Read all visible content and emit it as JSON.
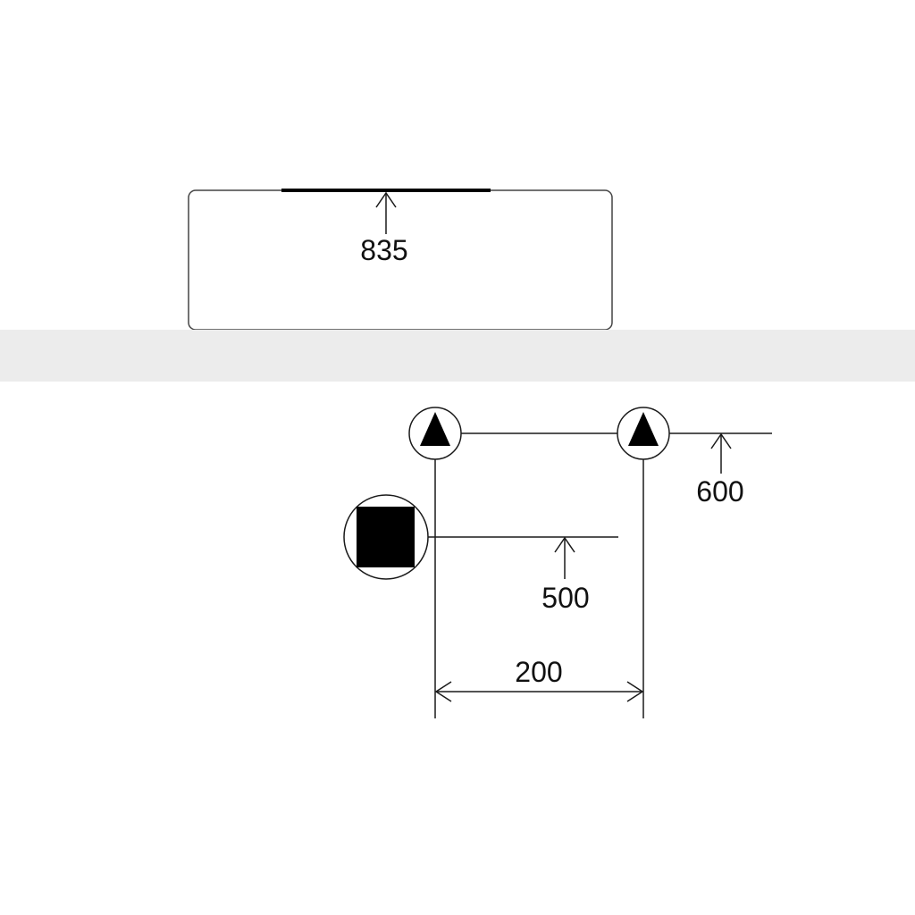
{
  "colors": {
    "background": "#ffffff",
    "band": "#ececec",
    "line": "#1a1a1a",
    "symbol_fill": "#000000",
    "cabinet_stroke": "#444444"
  },
  "icons": {
    "outlet_symbol": "triangle-in-circle-icon",
    "junction_symbol": "filled-square-in-circle-icon"
  },
  "dimensions": {
    "top_unit_height": "835",
    "outlet_height": "600",
    "junction_height": "500",
    "outlet_spacing": "200"
  }
}
